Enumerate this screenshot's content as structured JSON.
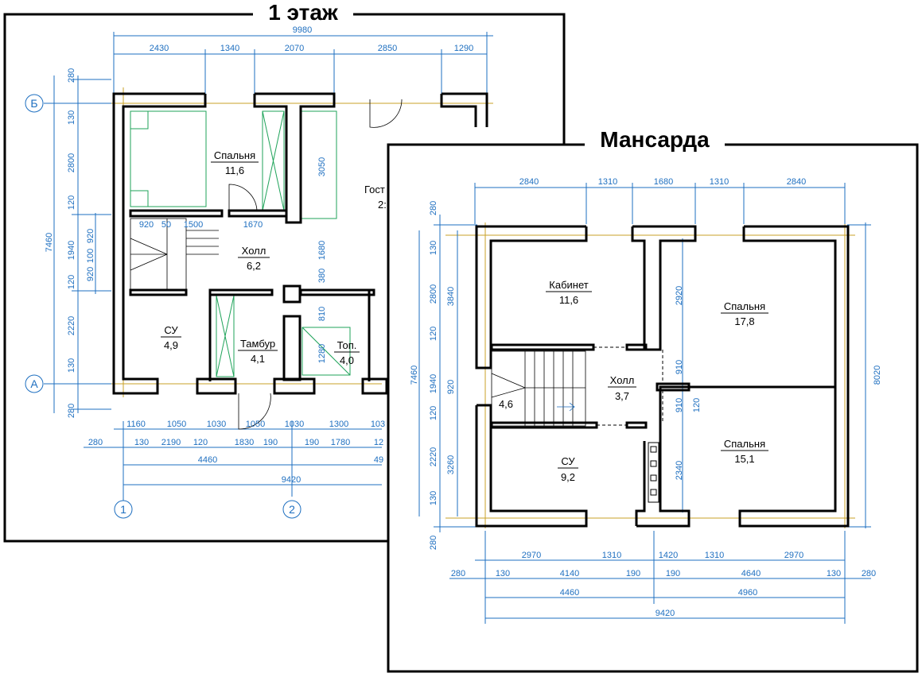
{
  "colors": {
    "dimension": "#1e6fc0",
    "wall": "#000000",
    "furniture": "#1fa35a",
    "guide": "#c9a227"
  },
  "floor1": {
    "title": "1 этаж",
    "axes": {
      "b": "Б",
      "a": "А",
      "one": "1",
      "two": "2"
    },
    "rooms": {
      "spalnya": {
        "name": "Спальня",
        "area": "11,6"
      },
      "holl": {
        "name": "Холл",
        "area": "6,2"
      },
      "su": {
        "name": "СУ",
        "area": "4,9"
      },
      "tambur": {
        "name": "Тамбур",
        "area": "4,1"
      },
      "top": {
        "name": "Топ.",
        "area": "4,0"
      },
      "gost": {
        "name": "Гост",
        "area": "2:"
      }
    },
    "dims": {
      "top_total": "9980",
      "top_segments": [
        "2430",
        "1340",
        "2070",
        "2850",
        "1290"
      ],
      "left_total": "7460",
      "left_segments": [
        "280",
        "130",
        "2800",
        "120",
        "1940",
        "120",
        "2220",
        "130",
        "280"
      ],
      "left_sub": [
        "920",
        "100",
        "920"
      ],
      "interior": [
        "920",
        "50",
        "1500",
        "1670",
        "3050",
        "1680",
        "380",
        "810",
        "1280"
      ],
      "bottom_row1": [
        "1160",
        "1050",
        "1030",
        "1050",
        "1030",
        "1300",
        "103"
      ],
      "bottom_row2": [
        "280",
        "130",
        "2190",
        "120",
        "1830",
        "190",
        "190",
        "1780",
        "12"
      ],
      "bottom_row3": [
        "4460",
        "49"
      ],
      "bottom_total": "9420"
    }
  },
  "floor2": {
    "title": "Мансарда",
    "rooms": {
      "kabinet": {
        "name": "Кабинет",
        "area": "11,6"
      },
      "spalnya1": {
        "name": "Спальня",
        "area": "17,8"
      },
      "holl": {
        "name": "Холл",
        "area": "3,7"
      },
      "stair": {
        "area": "4,6"
      },
      "su": {
        "name": "СУ",
        "area": "9,2"
      },
      "spalnya2": {
        "name": "Спальня",
        "area": "15,1"
      }
    },
    "dims": {
      "top_segments": [
        "2840",
        "1310",
        "1680",
        "1310",
        "2840"
      ],
      "left_total": "7460",
      "left_segments": [
        "280",
        "130",
        "2800",
        "120",
        "1940",
        "120",
        "2220",
        "130",
        "280"
      ],
      "left_sub": [
        "3840",
        "920",
        "3260"
      ],
      "right_total": "8020",
      "interior": [
        "2920",
        "910",
        "910",
        "120",
        "2340"
      ],
      "bottom_row1": [
        "2970",
        "1310",
        "1420",
        "1310",
        "2970"
      ],
      "bottom_row2": [
        "280",
        "130",
        "4140",
        "190",
        "190",
        "4640",
        "130",
        "280"
      ],
      "bottom_row3": [
        "4460",
        "4960"
      ],
      "bottom_total": "9420"
    }
  }
}
